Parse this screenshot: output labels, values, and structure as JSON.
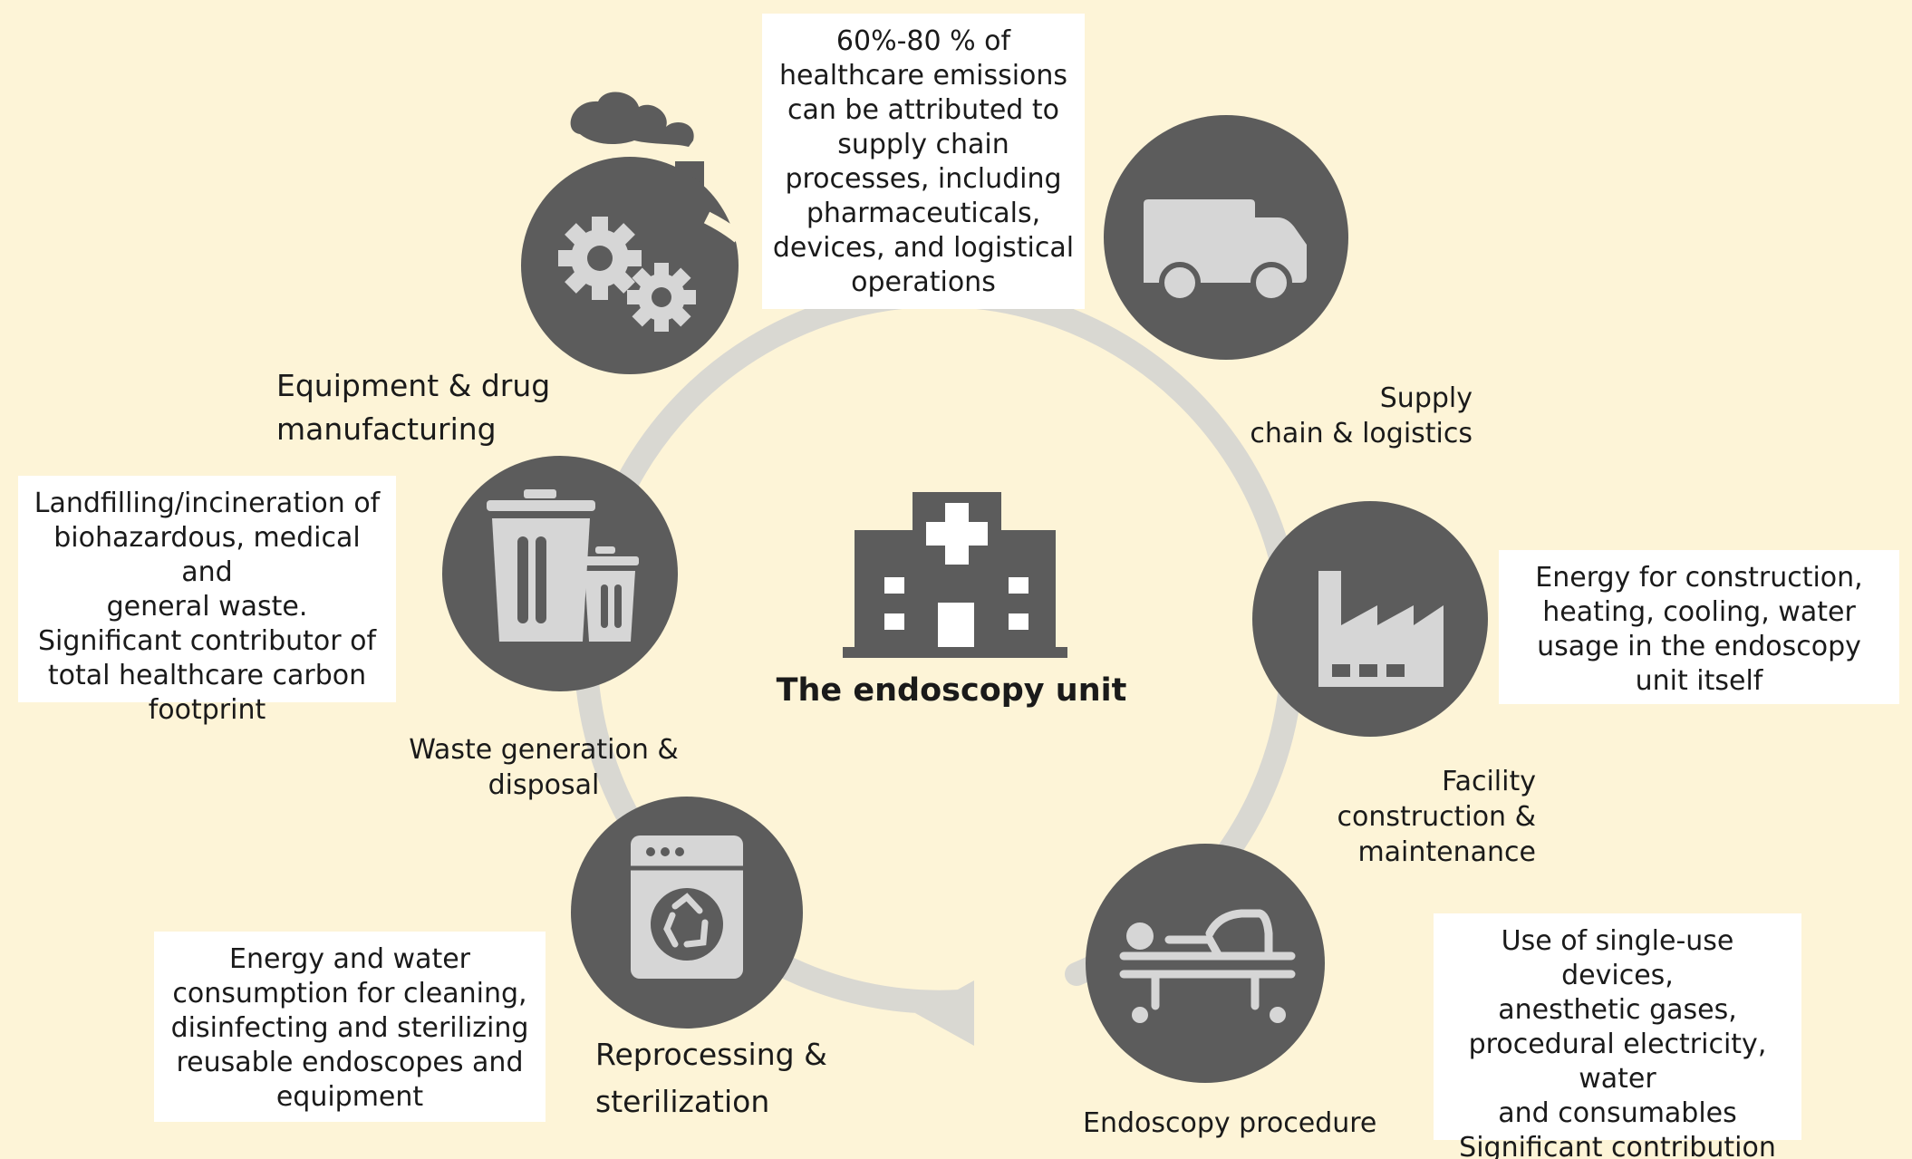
{
  "center": {
    "title": "The endoscopy unit",
    "icon": "hospital-icon"
  },
  "stages": [
    {
      "id": "manufacturing",
      "label": "Equipment & drug\nmanufacturing",
      "icon": "factory-gears-icon",
      "note": "60%-80 % of\nhealthcare emissions\ncan be attributed to\nsupply chain\nprocesses, including\npharmaceuticals,\ndevices, and logistical\noperations"
    },
    {
      "id": "supply",
      "label": "Supply\nchain & logistics",
      "icon": "delivery-truck-icon",
      "note": ""
    },
    {
      "id": "facility",
      "label": "Facility\nconstruction &\nmaintenance",
      "icon": "factory-icon",
      "note": "Energy for construction,\nheating, cooling, water\nusage in the endoscopy\nunit itself"
    },
    {
      "id": "procedure",
      "label": "Endoscopy procedure",
      "icon": "patient-bed-endoscope-icon",
      "note": "Use of single-use devices,\nanesthetic gases,\nprocedural electricity, water\nand consumables\nSignificant contribution\nfrom disposable equipment"
    },
    {
      "id": "reprocessing",
      "label": "Reprocessing &\nsterilization",
      "icon": "washing-machine-recycle-icon",
      "note": "Energy and water\nconsumption for cleaning,\ndisinfecting and sterilizing\nreusable endoscopes and\nequipment"
    },
    {
      "id": "waste",
      "label": "Waste generation &\ndisposal",
      "icon": "trash-bins-icon",
      "note": "Landfilling/incineration of\nbiohazardous, medical and\ngeneral waste.\nSignificant contributor of\ntotal healthcare carbon\nfootprint"
    }
  ],
  "colors": {
    "background": "#fdf4d7",
    "node": "#5c5c5c",
    "icon": "#d6d6d6",
    "ring": "#d9d8d2"
  }
}
